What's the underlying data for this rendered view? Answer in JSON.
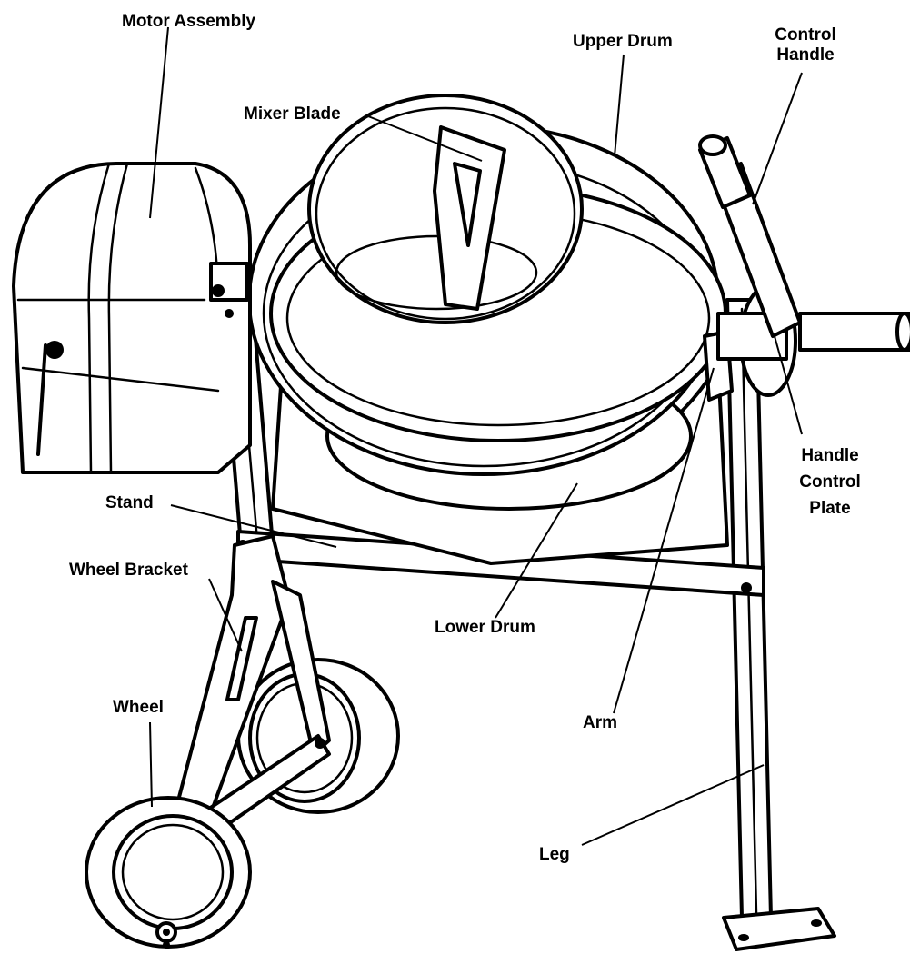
{
  "labels": {
    "motor_assembly": "Motor Assembly",
    "upper_drum": "Upper Drum",
    "control_handle": "Control\nHandle",
    "mixer_blade": "Mixer Blade",
    "handle_control_plate": "Handle\nControl\nPlate",
    "stand": "Stand",
    "wheel_bracket": "Wheel Bracket",
    "lower_drum": "Lower Drum",
    "arm": "Arm",
    "wheel": "Wheel",
    "leg": "Leg"
  }
}
